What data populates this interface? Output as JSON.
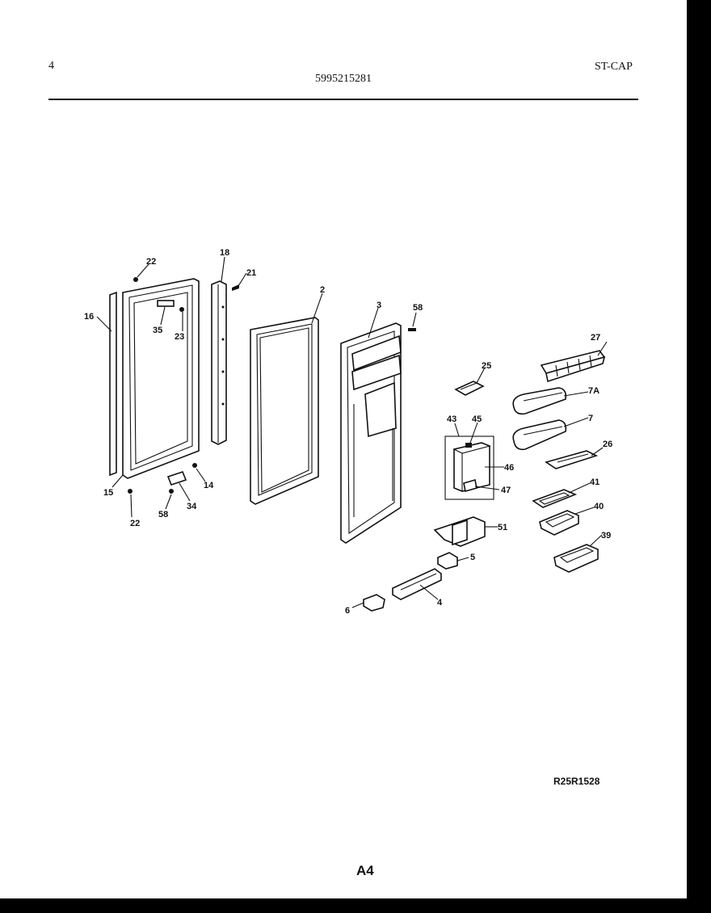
{
  "header": {
    "page_number": "4",
    "part_number": "5995215281",
    "section_code": "ST-CAP"
  },
  "diagram": {
    "callouts": [
      "22",
      "18",
      "21",
      "16",
      "35",
      "23",
      "2",
      "3",
      "58",
      "27",
      "25",
      "7A",
      "43",
      "45",
      "7",
      "26",
      "46",
      "15",
      "14",
      "47",
      "34",
      "41",
      "22",
      "58",
      "40",
      "51",
      "39",
      "5",
      "4",
      "6"
    ]
  },
  "footer": {
    "drawing_code": "R25R1528",
    "page_id": "A4"
  }
}
